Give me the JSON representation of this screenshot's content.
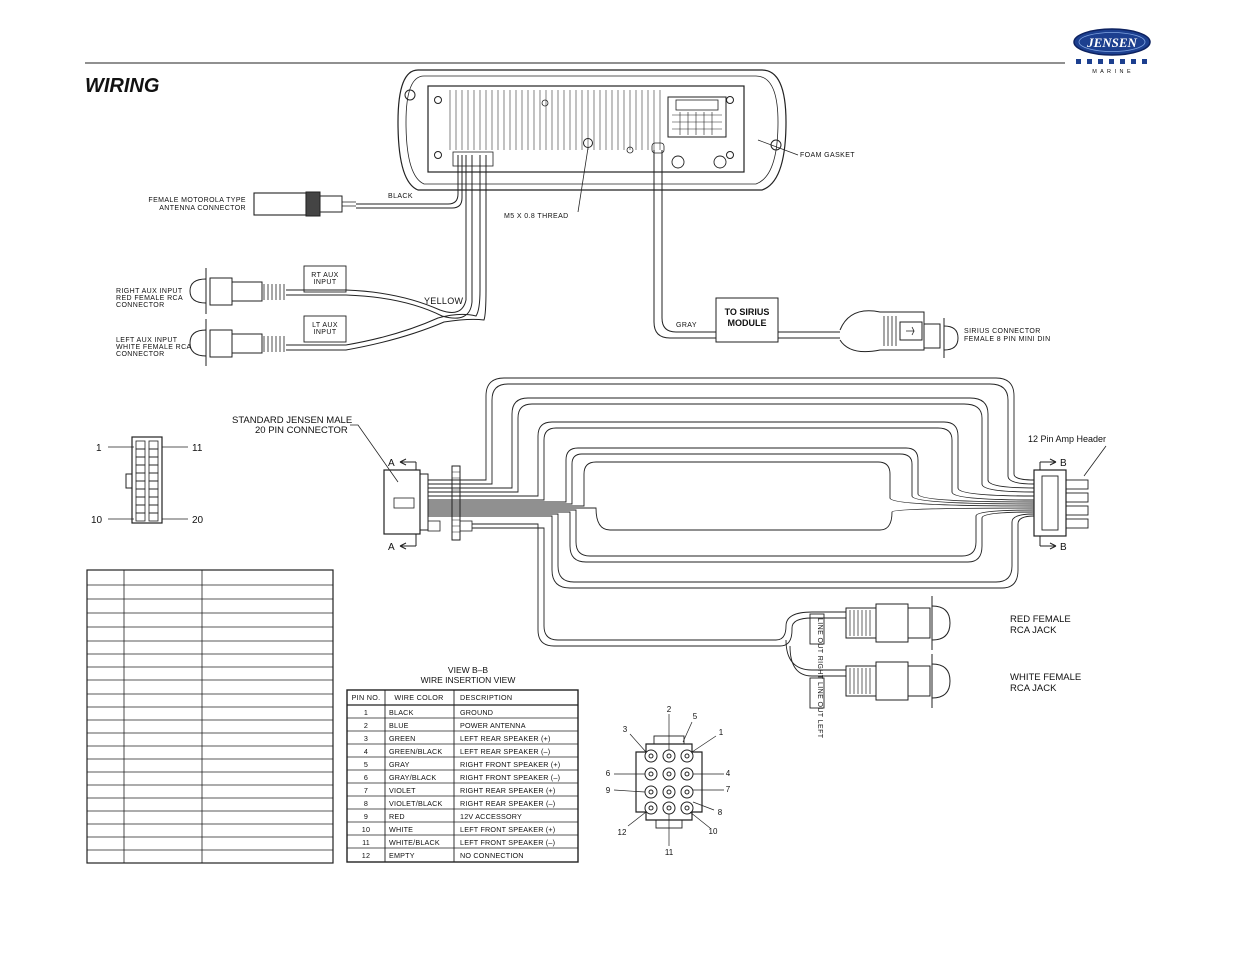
{
  "header": {
    "title": "WIRING",
    "brand": "JENSEN",
    "brand_sub": "M A R I N E"
  },
  "labels": {
    "foam_gasket": "FOAM GASKET",
    "black": "BLACK",
    "thread": "M5 X 0.8 THREAD",
    "antenna_l1": "FEMALE MOTOROLA TYPE",
    "antenna_l2": "ANTENNA CONNECTOR",
    "rt_aux_l1": "RT AUX",
    "rt_aux_l2": "INPUT",
    "lt_aux_l1": "LT AUX",
    "lt_aux_l2": "INPUT",
    "yellow": "YELLOW",
    "right_aux_l1": "RIGHT AUX INPUT",
    "right_aux_l2": "RED FEMALE RCA",
    "right_aux_l3": "CONNECTOR",
    "left_aux_l1": "LEFT AUX INPUT",
    "left_aux_l2": "WHITE FEMALE RCA",
    "left_aux_l3": "CONNECTOR",
    "gray": "GRAY",
    "sirius_l1": "TO SIRIUS",
    "sirius_l2": "MODULE",
    "sirius_conn_l1": "SIRIUS CONNECTOR",
    "sirius_conn_l2": "FEMALE 8 PIN MINI DIN",
    "std_conn_l1": "STANDARD JENSEN MALE",
    "std_conn_l2": "20 PIN CONNECTOR",
    "a": "A",
    "b": "B",
    "amp_header": "12 Pin Amp Header",
    "red_jack_l1": "RED FEMALE",
    "red_jack_l2": "RCA JACK",
    "white_jack_l1": "WHITE FEMALE",
    "white_jack_l2": "RCA JACK",
    "line_out_right": "LINE OUT RIGHT",
    "line_out_left": "LINE OUT LEFT",
    "view_l1": "VIEW B–B",
    "view_l2": "WIRE INSERTION VIEW",
    "pin_1": "1",
    "pin_11": "11",
    "pin_10": "10",
    "pin_20": "20"
  },
  "pin_table": {
    "headers": [
      "PIN NO.",
      "WIRE COLOR",
      "DESCRIPTION"
    ],
    "rows": [
      [
        "1",
        "BLACK",
        "GROUND"
      ],
      [
        "2",
        "BLUE",
        "POWER ANTENNA"
      ],
      [
        "3",
        "GREEN",
        "LEFT REAR SPEAKER (+)"
      ],
      [
        "4",
        "GREEN/BLACK",
        "LEFT REAR SPEAKER (–)"
      ],
      [
        "5",
        "GRAY",
        "RIGHT FRONT SPEAKER (+)"
      ],
      [
        "6",
        "GRAY/BLACK",
        "RIGHT FRONT SPEAKER (–)"
      ],
      [
        "7",
        "VIOLET",
        "RIGHT REAR SPEAKER (+)"
      ],
      [
        "8",
        "VIOLET/BLACK",
        "RIGHT REAR SPEAKER (–)"
      ],
      [
        "9",
        "RED",
        "12V ACCESSORY"
      ],
      [
        "10",
        "WHITE",
        "LEFT FRONT SPEAKER (+)"
      ],
      [
        "11",
        "WHITE/BLACK",
        "LEFT FRONT SPEAKER (–)"
      ],
      [
        "12",
        "EMPTY",
        "NO CONNECTION"
      ]
    ]
  },
  "amp_pins": [
    "1",
    "2",
    "3",
    "4",
    "5",
    "6",
    "7",
    "8",
    "9",
    "10",
    "11",
    "12"
  ]
}
